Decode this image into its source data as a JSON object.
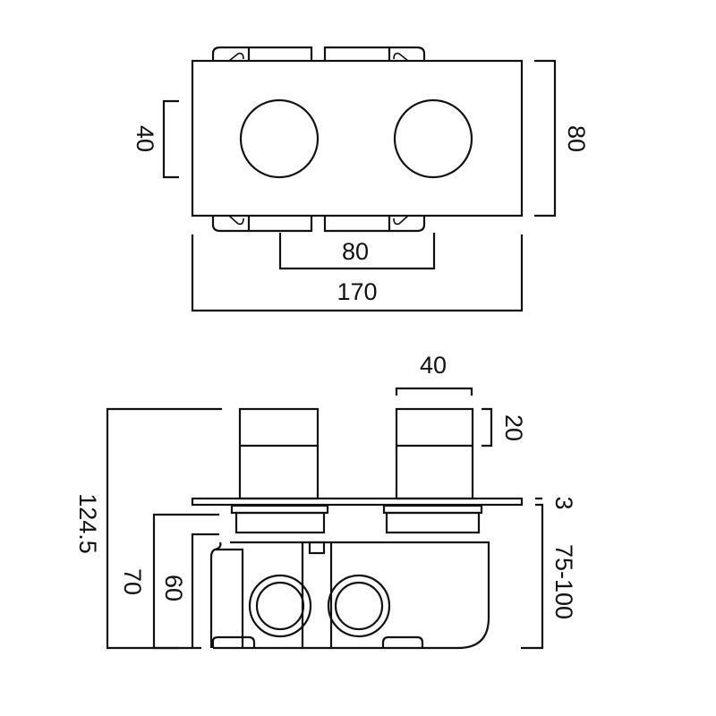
{
  "top_view": {
    "dims": {
      "knob_diameter": "40",
      "plate_height": "80",
      "knob_spacing": "80",
      "plate_width": "170"
    }
  },
  "side_view": {
    "dims": {
      "knob_width": "40",
      "knob_depth": "20",
      "plate_thickness": "3",
      "wall_depth_range": "75-100",
      "overall_depth": "124.5",
      "body_depth_outer": "70",
      "body_depth_inner": "60"
    }
  }
}
